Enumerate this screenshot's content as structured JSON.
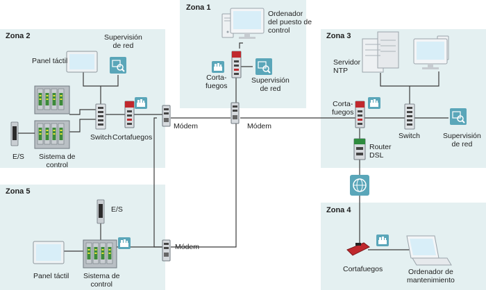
{
  "zones": {
    "zone1": "Zona 1",
    "zone2": "Zona 2",
    "zone3": "Zona 3",
    "zone4": "Zona 4",
    "zone5": "Zona 5"
  },
  "labels": {
    "z1_control_pc": "Ordenador\ndel puesto de\ncontrol",
    "z1_firewall": "Corta-\nfuegos",
    "z1_net_supervision": "Supervisión\nde red",
    "z1_modem": "Módem",
    "z2_touch_panel": "Panel táctil",
    "z2_net_supervision": "Supervisión\nde red",
    "z2_io": "E/S",
    "z2_control_system": "Sistema de\ncontrol",
    "z2_switch": "Switch",
    "z2_firewall": "Cortafuegos",
    "z2_modem": "Módem",
    "z3_ntp_server": "Servidor\nNTP",
    "z3_firewall": "Corta-\nfuegos",
    "z3_switch": "Switch",
    "z3_net_supervision": "Supervisión\nde red",
    "z3_dsl_router": "Router\nDSL",
    "z4_firewall": "Cortafuegos",
    "z4_maintenance_pc": "Ordenador de\nmantenimiento",
    "z5_io": "E/S",
    "z5_touch_panel": "Panel táctil",
    "z5_control_system": "Sistema de\ncontrol",
    "z5_modem": "Módem"
  },
  "colors": {
    "zone_fill": "#e4f0f1",
    "accent_teal": "#5aa6b9",
    "device_red": "#c0282d",
    "device_green": "#2e8b3e",
    "line": "#3a3a3a"
  }
}
